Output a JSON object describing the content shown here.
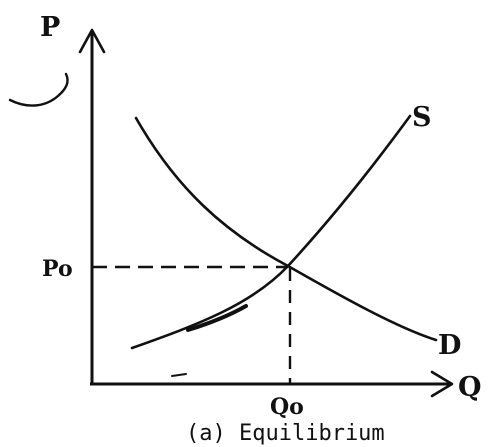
{
  "diagram": {
    "axis_labels": {
      "y": "P",
      "x": "Q"
    },
    "curve_labels": {
      "supply": "S",
      "demand": "D"
    },
    "equilibrium": {
      "price_label": "Po",
      "quantity_label": "Qo"
    },
    "caption": "(a) Equilibrium",
    "colors": {
      "ink": "#111111",
      "background": "#ffffff"
    }
  }
}
